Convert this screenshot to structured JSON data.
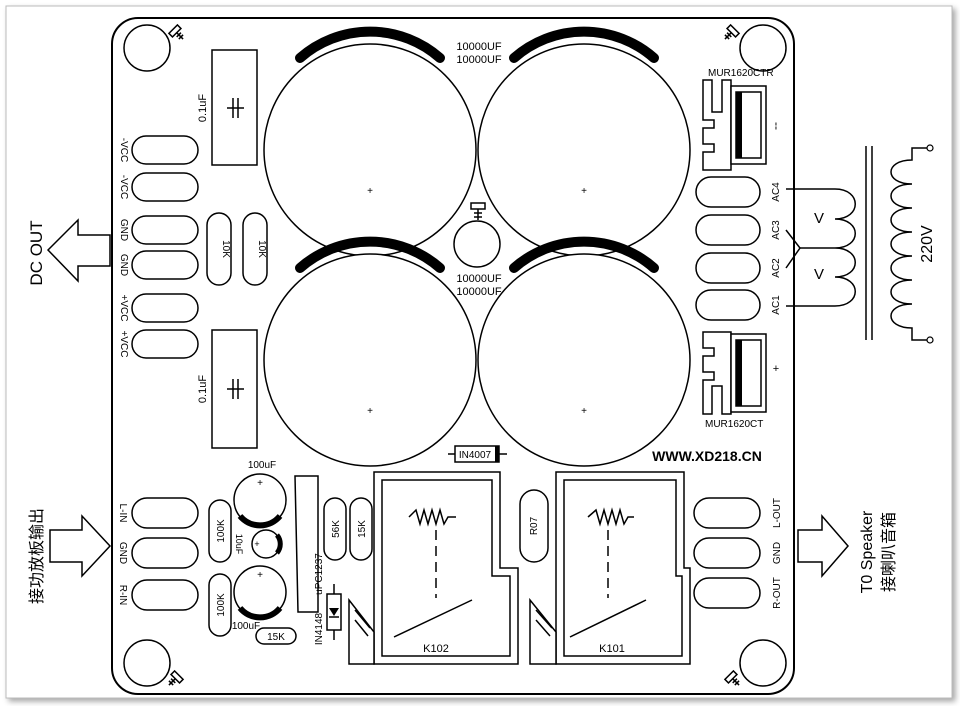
{
  "labels": {
    "cap_main_top": "10000UF",
    "cap_main_top2": "10000UF",
    "cap_main_mid": "10000UF",
    "cap_main_mid2": "10000UF",
    "film_cap_top": "0.1uF",
    "film_cap_bot": "0.1uF",
    "res_10k_1": "10K",
    "res_10k_2": "10K",
    "diode_top": "MUR1620CTR",
    "diode_bot": "MUR1620CT",
    "diode_top_polarity": "--",
    "diode_bot_polarity": "+",
    "ac4": "AC4",
    "ac3": "AC3",
    "ac2": "AC2",
    "ac1": "AC1",
    "v_upper": "V",
    "v_lower": "V",
    "mains_voltage": "220V",
    "dc_out": "DC OUT",
    "dc_pin1": "-VCC",
    "dc_pin2": "-VCC",
    "dc_pin3": "GND",
    "dc_pin4": "GND",
    "dc_pin5": "+VCC",
    "dc_pin6": "+VCC",
    "in4007": "IN4007",
    "website": "WWW.XD218.CN",
    "input_title": "接功放板输出",
    "in_pin1": "L-IN",
    "in_pin2": "GND",
    "in_pin3": "R-IN",
    "cap_100uf_top": "100uF",
    "cap_100uf_bot": "100uF",
    "cap_10uf": "10uF",
    "res_100k_1": "100K",
    "res_100k_2": "100K",
    "res_15k_bottom": "15K",
    "res_56k": "56K",
    "res_15k": "15K",
    "ic": "uPC1237",
    "in4148": "IN4148",
    "r07": "R07",
    "relay_left": "K102",
    "relay_right": "K101",
    "out_pin1": "L-OUT",
    "out_pin2": "GND",
    "out_pin3": "R-OUT",
    "speaker_title": "T0 Speaker",
    "speaker_sub": "接喇叭音箱",
    "plus": "+"
  }
}
